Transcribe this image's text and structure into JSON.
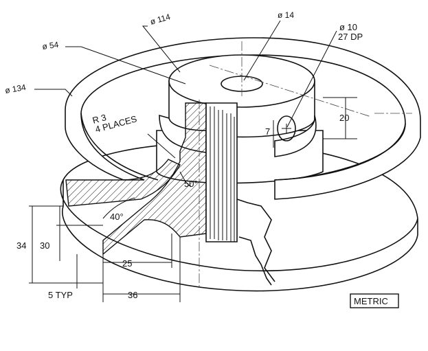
{
  "dimensions": {
    "dia_114": "ø 114",
    "dia_14": "ø 14",
    "dia_10": "ø 10",
    "depth_27": "27 DP",
    "dia_54": "ø 54",
    "dia_134": "ø 134",
    "radius_line1": "R 3",
    "radius_line2": "4 PLACES",
    "dim_20": "20",
    "dim_7": "7",
    "angle_50": "50°",
    "angle_40": "40°",
    "dim_34": "34",
    "dim_30": "30",
    "dim_25": "25",
    "dim_36": "36",
    "typ_5": "5 TYP"
  },
  "units_label": "METRIC"
}
